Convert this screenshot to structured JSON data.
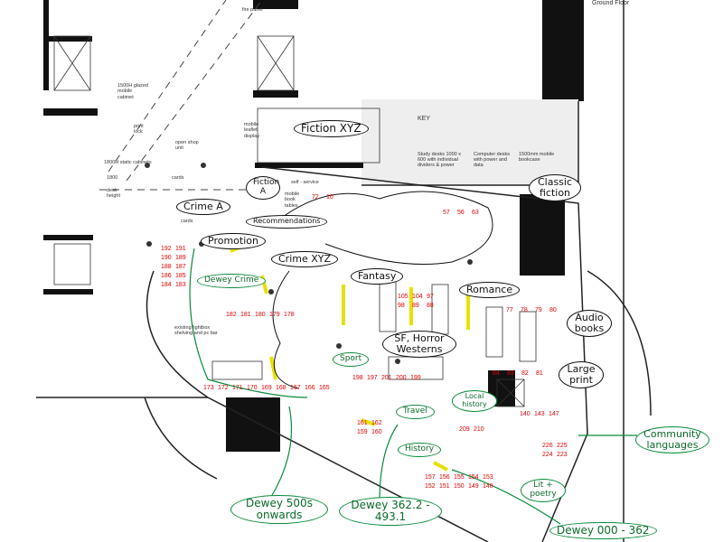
{
  "title": "Ground Floor",
  "key": {
    "heading": "KEY",
    "items": [
      "Study desks 1000 x 600 with individual dividers & power",
      "Computer desks with power and data",
      "1500mm mobile bookcase"
    ]
  },
  "plan_notes": [
    "fire panel",
    "1500H glazed mobile cabinet",
    "print lock",
    "1800H static cabinets",
    "1800",
    "desk height",
    "open shop unit",
    "cards",
    "cards",
    "mobile leaflet display",
    "mobile book tables",
    "self - service",
    "existing lightbox shelving and pc bar"
  ],
  "zones_black": [
    "Fiction XYZ",
    "Classic fiction",
    "Fiction A",
    "Crime A",
    "Promotion",
    "Recommendations",
    "Crime XYZ",
    "Fantasy",
    "Romance",
    "SF, Horror Westerns",
    "Audio books",
    "Large print"
  ],
  "zones_green": [
    "Dewey Crime",
    "Sport",
    "Travel",
    "Local history",
    "History",
    "Lit + poetry",
    "Community languages",
    "Dewey 500s onwards",
    "Dewey 362.2 - 493.1",
    "Dewey 000 - 362"
  ],
  "shelf_numbers": [
    "72",
    "10",
    "57",
    "56",
    "63",
    "105",
    "104",
    "97",
    "98",
    "89",
    "88",
    "77",
    "78",
    "79",
    "80",
    "84",
    "83",
    "82",
    "81",
    "140",
    "143",
    "147",
    "192",
    "191",
    "190",
    "189",
    "188",
    "187",
    "186",
    "185",
    "184",
    "183",
    "182",
    "181",
    "180",
    "179",
    "178",
    "173",
    "172",
    "171",
    "170",
    "169",
    "168",
    "167",
    "166",
    "165",
    "198",
    "197",
    "201",
    "200",
    "199",
    "161",
    "162",
    "159",
    "160",
    "209",
    "210",
    "226",
    "225",
    "224",
    "223",
    "157",
    "156",
    "155",
    "154",
    "153",
    "152",
    "151",
    "150",
    "149",
    "148"
  ],
  "colors": {
    "annotation_red": "#dd0000",
    "annotation_green": "#0a8a3a",
    "highlight": "#e8e000"
  }
}
